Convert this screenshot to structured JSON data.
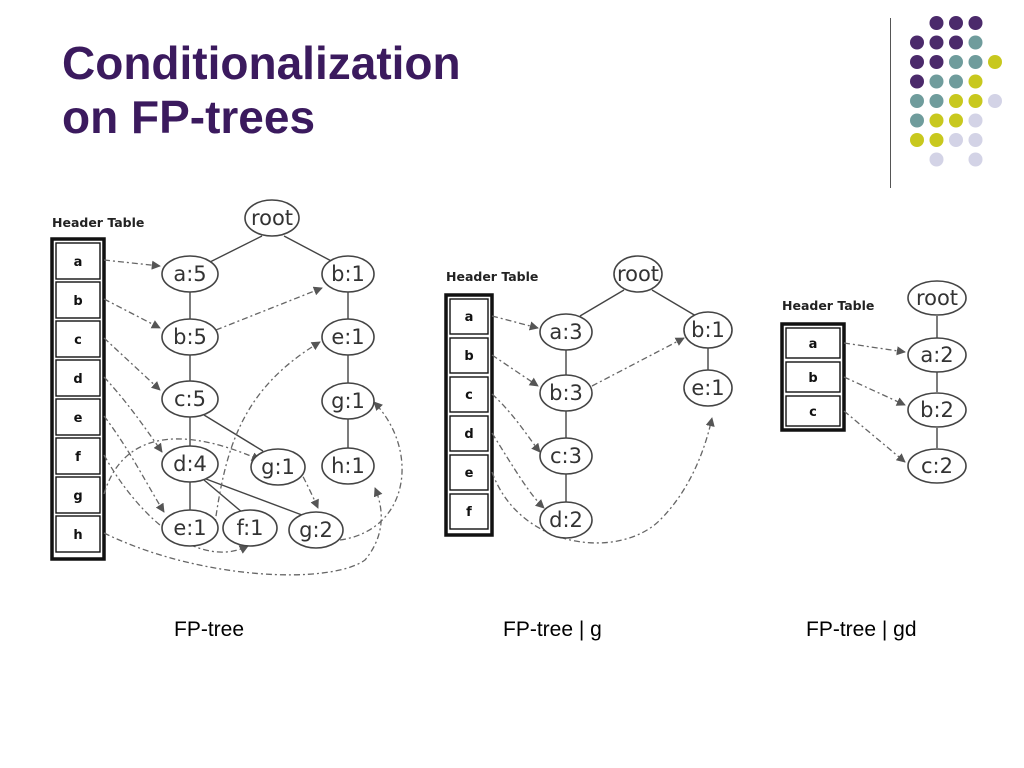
{
  "slide": {
    "title_line1": "Conditionalization",
    "title_line2": "on FP-trees"
  },
  "decoration": {
    "colors": {
      "purple": "#4b2a6b",
      "teal": "#6f9c9c",
      "yellow": "#c8c81e",
      "lavender": "#d3d3e6",
      "title": "#3b1a5e"
    }
  },
  "trees": [
    {
      "caption": "FP-tree",
      "header_title": "Header Table",
      "header_items": [
        "a",
        "b",
        "c",
        "d",
        "e",
        "f",
        "g",
        "h"
      ],
      "nodes": [
        {
          "label": "root"
        },
        {
          "label": "a:5"
        },
        {
          "label": "b:5"
        },
        {
          "label": "c:5"
        },
        {
          "label": "d:4"
        },
        {
          "label": "e:1"
        },
        {
          "label": "f:1"
        },
        {
          "label": "g:2"
        },
        {
          "label": "g:1"
        },
        {
          "label": "b:1"
        },
        {
          "label": "e:1"
        },
        {
          "label": "g:1"
        },
        {
          "label": "h:1"
        }
      ]
    },
    {
      "caption": "FP-tree | g",
      "header_title": "Header Table",
      "header_items": [
        "a",
        "b",
        "c",
        "d",
        "e",
        "f"
      ],
      "nodes": [
        {
          "label": "root"
        },
        {
          "label": "a:3"
        },
        {
          "label": "b:3"
        },
        {
          "label": "c:3"
        },
        {
          "label": "d:2"
        },
        {
          "label": "b:1"
        },
        {
          "label": "e:1"
        }
      ]
    },
    {
      "caption": "FP-tree | gd",
      "header_title": "Header Table",
      "header_items": [
        "a",
        "b",
        "c"
      ],
      "nodes": [
        {
          "label": "root"
        },
        {
          "label": "a:2"
        },
        {
          "label": "b:2"
        },
        {
          "label": "c:2"
        }
      ]
    }
  ]
}
